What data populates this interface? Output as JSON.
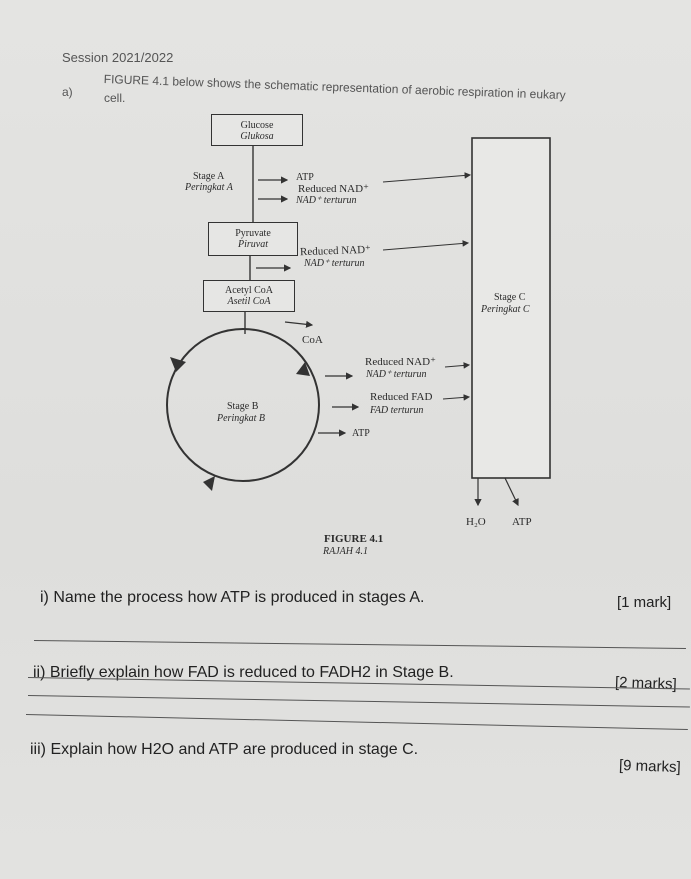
{
  "header": {
    "session": "Session 2021/2022",
    "question_letter": "a)",
    "intro_line1": "FIGURE 4.1 below shows the schematic representation of aerobic respiration in eukary",
    "intro_line2": "cell."
  },
  "figure": {
    "glucose": "Glucose",
    "glucose_malay": "Glukosa",
    "stage_a": "Stage A",
    "stage_a_malay": "Peringkat A",
    "atp": "ATP",
    "reduced_nad": "Reduced NAD⁺",
    "nad_reduced_malay": "NAD⁺ terturun",
    "pyruvate": "Pyruvate",
    "pyruvate_malay": "Piruvat",
    "acetyl_coa": "Acetyl CoA",
    "acetyl_coa_malay": "Asetil CoA",
    "coa": "CoA",
    "stage_b": "Stage B",
    "stage_b_malay": "Peringkat B",
    "reduced_fad": "Reduced FAD",
    "fad_reduced_malay": "FAD terturun",
    "stage_c": "Stage C",
    "stage_c_malay": "Peringkat C",
    "h2o": "H₂O",
    "caption": "FIGURE 4.1",
    "caption_malay": "RAJAH 4.1"
  },
  "questions": [
    {
      "text": "i) Name the process how ATP is produced in stages A.",
      "marks": "[1 mark]"
    },
    {
      "text": "ii) Briefly explain how FAD is reduced to FADH2 in Stage B.",
      "marks": "[2 marks]"
    },
    {
      "text": "iii) Explain how H2O and ATP are produced in stage C.",
      "marks": "[9 marks]"
    }
  ]
}
